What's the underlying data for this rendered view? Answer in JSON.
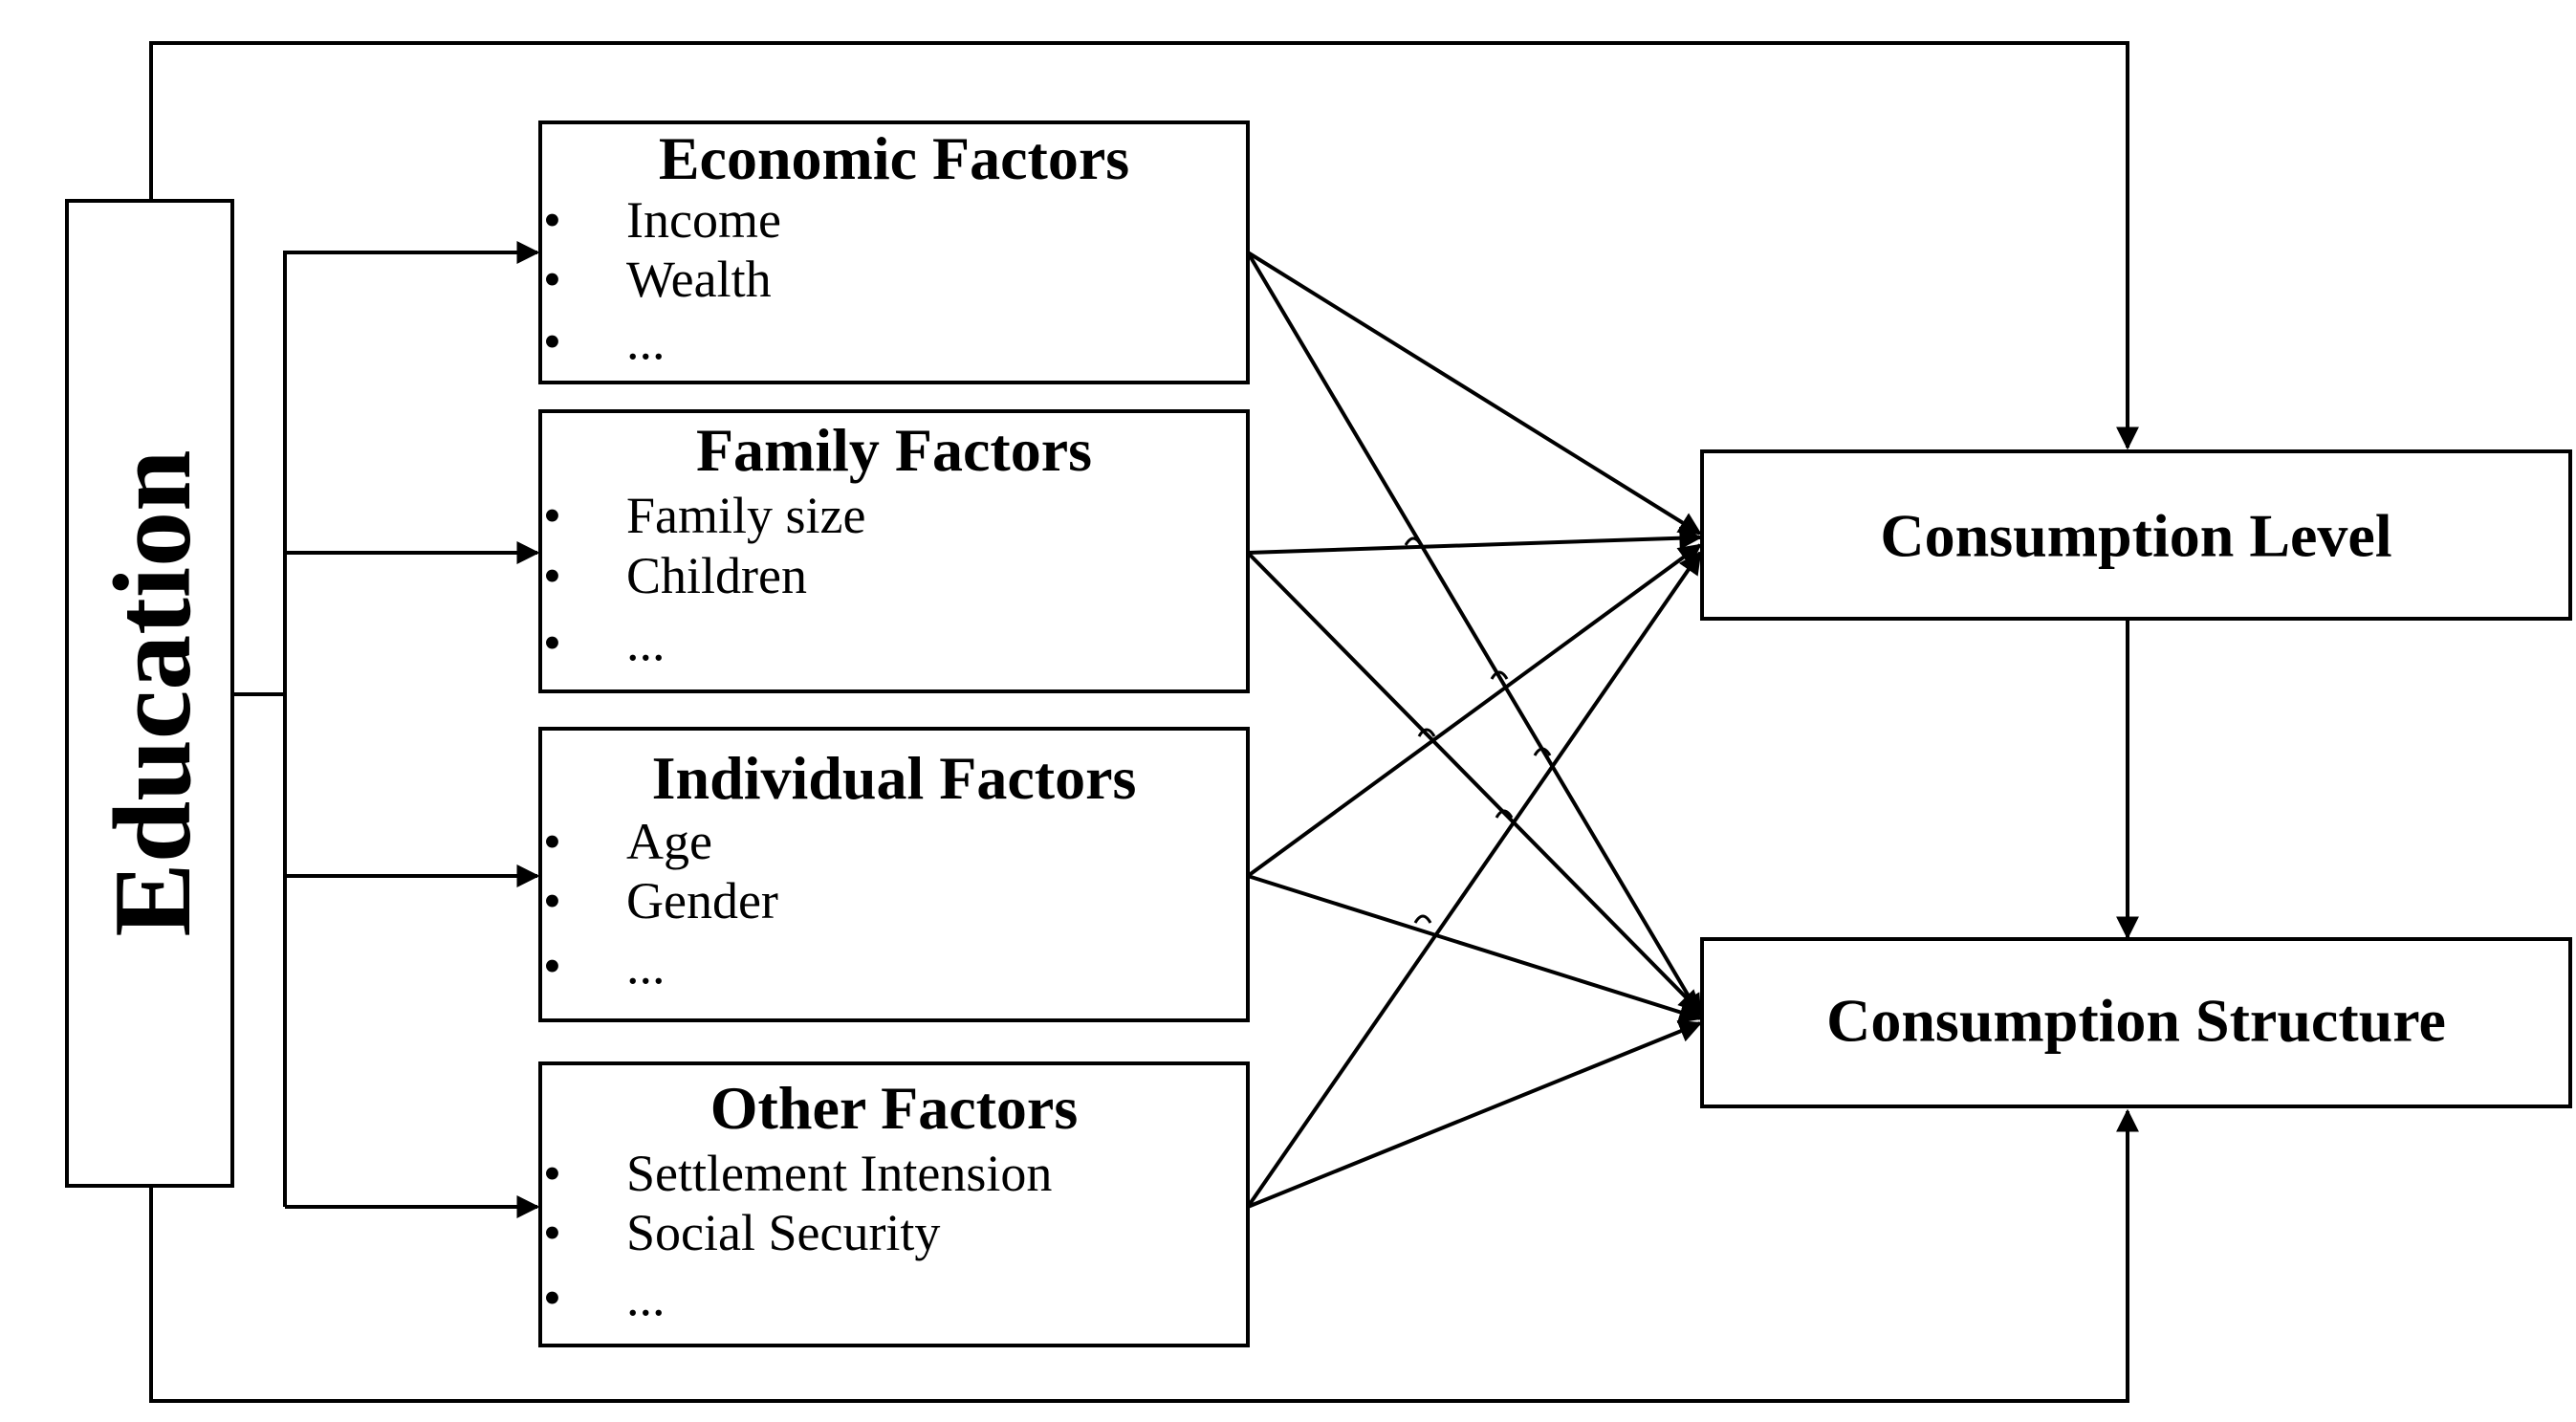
{
  "education": {
    "label": "Education"
  },
  "factors": [
    {
      "title": "Economic Factors",
      "items": [
        "Income",
        "Wealth",
        "..."
      ]
    },
    {
      "title": "Family Factors",
      "items": [
        "Family size",
        "Children",
        "..."
      ]
    },
    {
      "title": "Individual Factors",
      "items": [
        "Age",
        "Gender",
        "..."
      ]
    },
    {
      "title": "Other Factors",
      "items": [
        "Settlement Intension",
        "Social Security",
        "..."
      ]
    }
  ],
  "outcomes": {
    "level": {
      "label": "Consumption Level"
    },
    "structure": {
      "label": "Consumption Structure"
    }
  },
  "bullet_glyph": "•"
}
